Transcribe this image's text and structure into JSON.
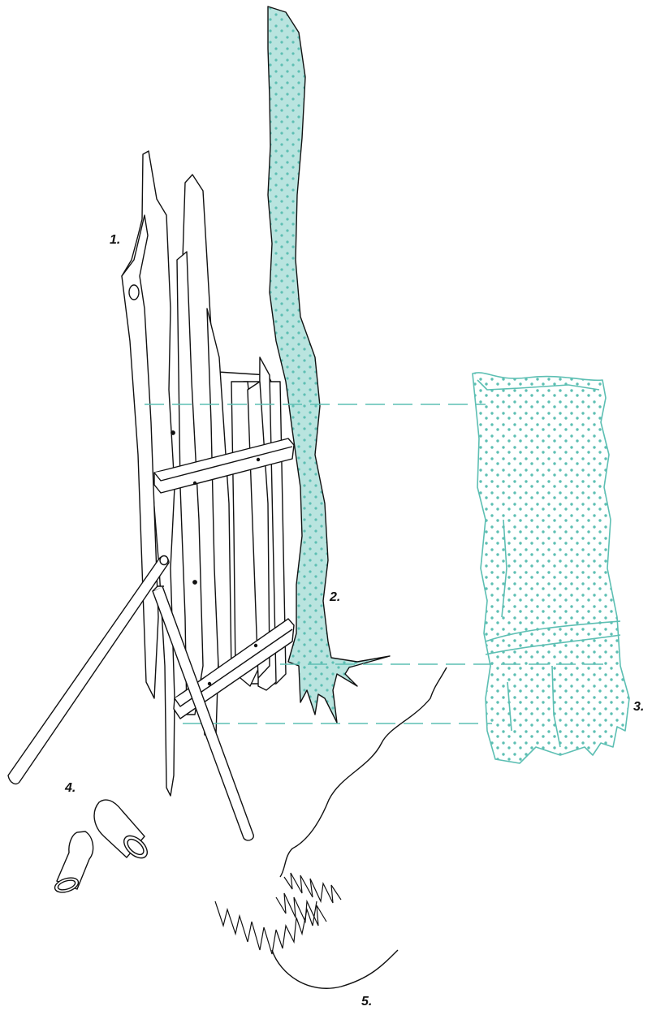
{
  "labels": {
    "one": "1.",
    "two": "2.",
    "three": "3.",
    "four": "4.",
    "five": "5."
  },
  "colors": {
    "ink": "#111111",
    "teal": "#5dbfb3",
    "teal_fill": "#b9e4df",
    "paper": "#ffffff"
  }
}
